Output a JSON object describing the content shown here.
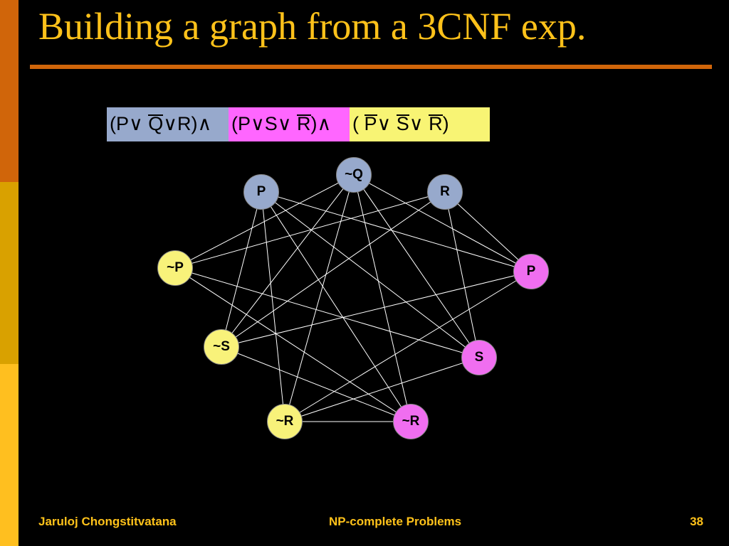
{
  "slide": {
    "title": "Building a graph from a 3CNF exp.",
    "footer_author": "Jaruloj Chongstitvatana",
    "footer_topic": "NP-complete Problems",
    "page_number": "38"
  },
  "formula": {
    "clause1": [
      "(P∨ ",
      "Q",
      "∨R)∧"
    ],
    "clause2": [
      "(P∨S∨ ",
      "R",
      ")∧"
    ],
    "clause3": [
      "( ",
      "P",
      "∨ ",
      "S",
      "∨ ",
      "R",
      ")"
    ]
  },
  "nodes": [
    {
      "id": "n1",
      "label": "P",
      "color": "#97a9cc"
    },
    {
      "id": "n2",
      "label": "~Q",
      "color": "#97a9cc"
    },
    {
      "id": "n3",
      "label": "R",
      "color": "#97a9cc"
    },
    {
      "id": "n4",
      "label": "~P",
      "color": "#f8f27a"
    },
    {
      "id": "n5",
      "label": "P",
      "color": "#f06ef0"
    },
    {
      "id": "n6",
      "label": "~S",
      "color": "#f8f27a"
    },
    {
      "id": "n7",
      "label": "S",
      "color": "#f06ef0"
    },
    {
      "id": "n8",
      "label": "~R",
      "color": "#f8f27a"
    },
    {
      "id": "n9",
      "label": "~R",
      "color": "#f06ef0"
    }
  ],
  "edges": [
    [
      "n1",
      "n5"
    ],
    [
      "n1",
      "n7"
    ],
    [
      "n1",
      "n9"
    ],
    [
      "n1",
      "n6"
    ],
    [
      "n1",
      "n8"
    ],
    [
      "n2",
      "n4"
    ],
    [
      "n2",
      "n6"
    ],
    [
      "n2",
      "n8"
    ],
    [
      "n2",
      "n5"
    ],
    [
      "n2",
      "n7"
    ],
    [
      "n2",
      "n9"
    ],
    [
      "n3",
      "n4"
    ],
    [
      "n3",
      "n6"
    ],
    [
      "n3",
      "n5"
    ],
    [
      "n3",
      "n7"
    ],
    [
      "n4",
      "n7"
    ],
    [
      "n4",
      "n9"
    ],
    [
      "n5",
      "n6"
    ],
    [
      "n5",
      "n8"
    ],
    [
      "n6",
      "n9"
    ],
    [
      "n7",
      "n8"
    ],
    [
      "n8",
      "n9"
    ]
  ]
}
